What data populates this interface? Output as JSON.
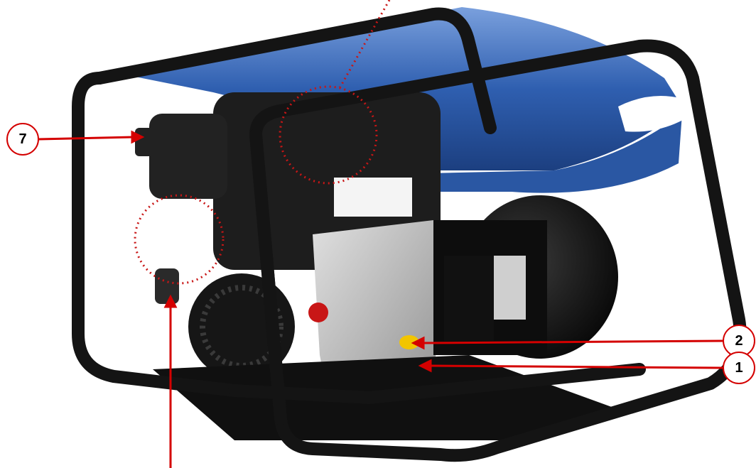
{
  "callouts": {
    "seven": "7",
    "two": "2",
    "one": "1"
  },
  "colors": {
    "frame": "#141414",
    "cover": "#2f5fb0",
    "cover_light": "#6f97d8",
    "engine": "#1d1d1d",
    "metal": "#b8b8b8",
    "callout_red": "#d40000",
    "accent_yellow": "#f2c500",
    "accent_red": "#c81616"
  }
}
